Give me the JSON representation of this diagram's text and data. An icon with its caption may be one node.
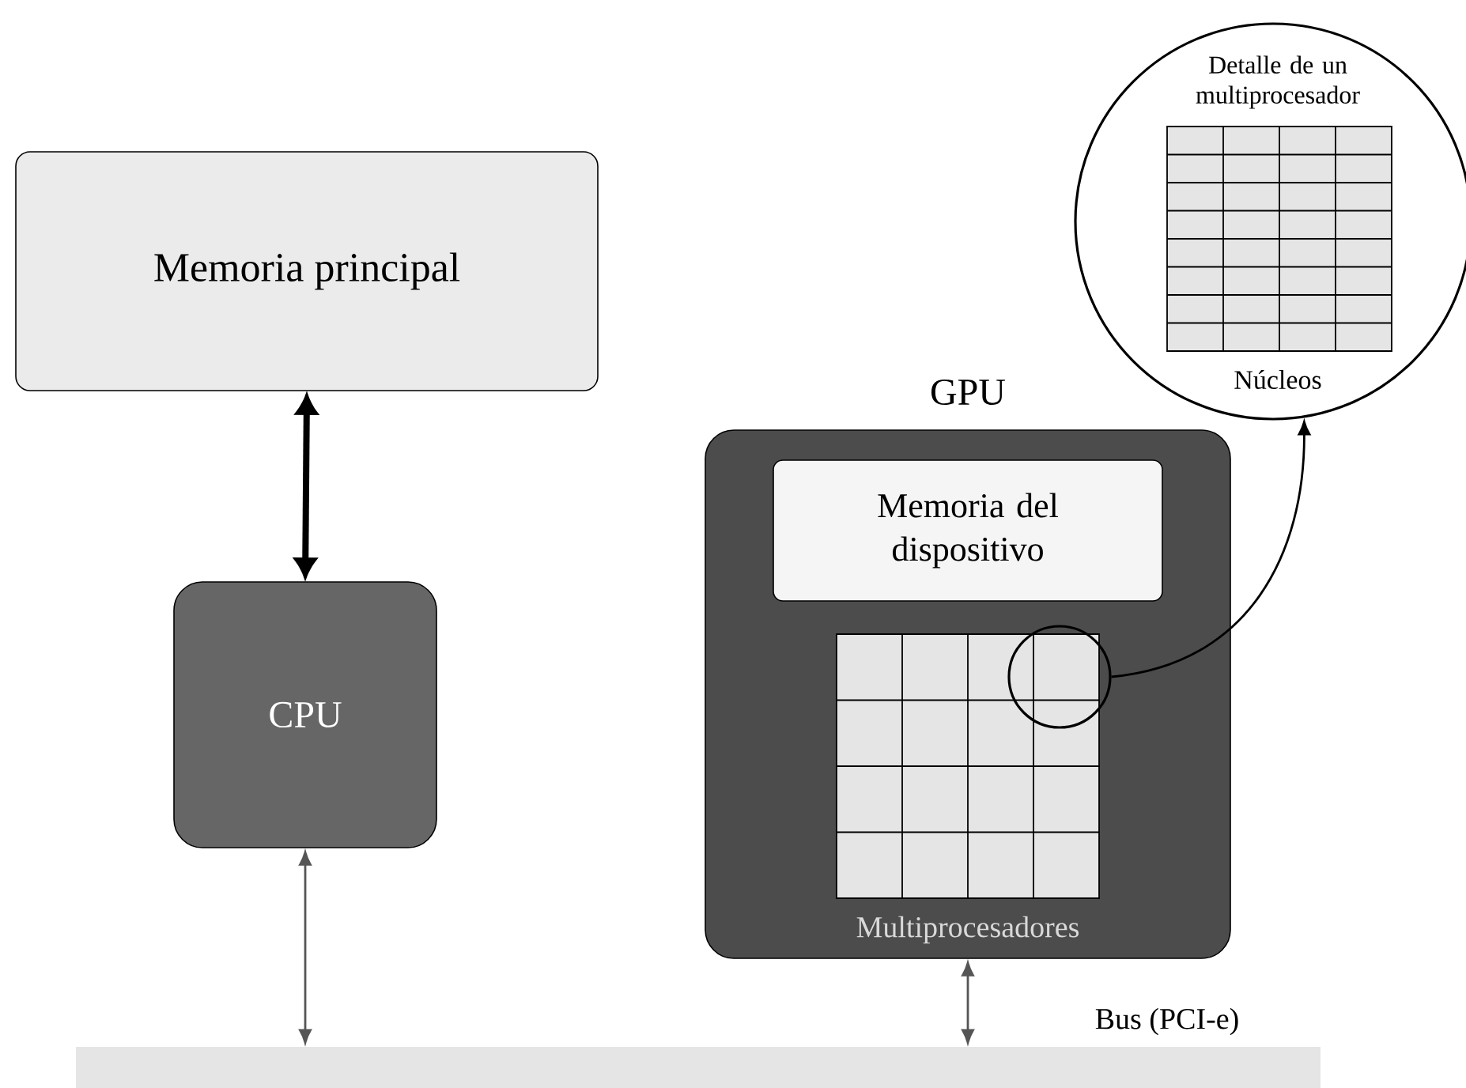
{
  "diagram": {
    "nodes": [
      {
        "text": [
          "Memoria principal"
        ]
      },
      {
        "text": [
          "CPU"
        ]
      },
      {
        "text": [
          "GPU"
        ]
      },
      {
        "text": [
          "Memoria del dispositivo"
        ],
        "in": 2
      },
      {
        "text": [
          "Multiprocesadores"
        ],
        "in": 2
      },
      {
        "text": [],
        "shape": "circle",
        "in": 4
      },
      {
        "text": [
          "Detalle de un multiprocesador",
          "Núcleos"
        ]
      },
      {
        "text": [],
        "shape": "bar"
      }
    ],
    "edges": [
      {
        "from": 0,
        "to": 1,
        "arrow": "both",
        "style": "thick",
        "color": "#000000"
      },
      {
        "from": 1,
        "to": 7,
        "arrow": "both"
      },
      {
        "from": 2,
        "to": 7,
        "arrow": "both",
        "label": "Bus (PCI-e)"
      },
      {
        "from": 5,
        "to": 6,
        "arrow": "to",
        "color": "#000000"
      }
    ]
  }
}
